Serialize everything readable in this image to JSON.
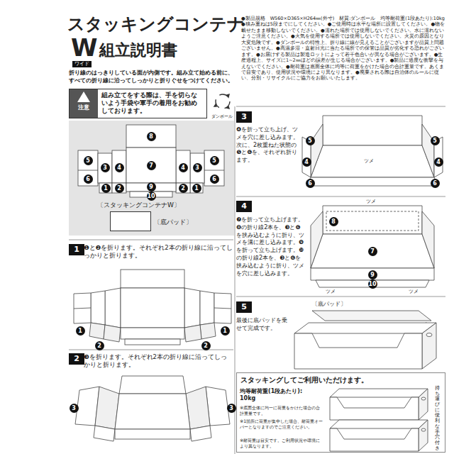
{
  "diagram": {
    "title": "スタッキングコンテナ",
    "nodes": [
      {
        "text": [
          "注意",
          "組み立てをする際は、手を切らないよう手袋や軍手の着用をお勧めしております。"
        ]
      },
      {
        "text": [
          "〔スタッキングコンテナW〕"
        ]
      },
      {
        "text": [
          "〔底パッド〕"
        ],
        "in": 1
      },
      {
        "text": [
          "1"
        ]
      },
      {
        "text": [
          "2"
        ]
      },
      {
        "text": [
          "3"
        ]
      },
      {
        "text": [
          "4"
        ]
      },
      {
        "text": [
          "5"
        ]
      },
      {
        "text": [
          "スタッキングしてご利用いただけます。"
        ]
      }
    ],
    "labels": [
      "W",
      "ワイド",
      "組立説明書",
      "●製品規格　W560×D365×H264㎜(外寸)　材質:ダンボール　均等耐荷重(1段あたり):10kg ●積み重ねは5段までにしてください。●ご使用時は水平な場所に設置してください。●物を載せたまま移動しないでください。●濡れた場所では使用しないでください。水に濡れないようご注意ください。●火気を使用する場所では使用しないでください。火災の原因となり大変危険です。●ダンボールの特性上、折り線に線が見えることがございますが品質上問題ございません。●高温多湿・直射日光に当たる場所での保管は品質が劣化する恐れがございます。●お届けする製品は製造ロットによって若干色合いが異なる場合がございます。●生産過程上、サイズに1~2㎜ほどの誤差が生じる場合がございます。●製品に過度な衝撃を与えないでください。●耐荷重は底面全体に均等に荷重をかけた場合の合計重量です。あくまで目安であり、使用状況や環境により異なります。●廃棄される際は自治体のルールに従い、分別・リサイクルにご協力をお願いいたします。",
      "折り線のはっきりしている面が内側です。組み立て始める前に、すべての折り線に沿ってしっかりと折りぐせをつけてください。",
      "ダンボール",
      "5",
      "6",
      "3",
      "4",
      "1",
      "2",
      "5",
      "6",
      "3",
      "4",
      "1",
      "2",
      "8",
      "7",
      "9",
      "10",
      "❶と❷を折ります。それぞれ2本の折り線に沿ってしっかりと折ります。",
      "1",
      "1",
      "2",
      "2",
      "❸を折ります。それぞれ2本の折り線に沿ってしっかりと折ります。",
      "3",
      "3",
      "❹を折って立ち上げ、ツメを穴に差し込みます。次に、2枚重ねた状態の❺と❻を、それぞれ折ります。",
      "5",
      "5",
      "4",
      "4",
      "6",
      "6",
      "ツメ",
      "❼を折って立ち上げます。❽の折り線2本を、❸と❻を挟み込むように折り、ツメを溝に差し込みます。❾を折って立ち上げます。❿の折り線2本を、❸と❻を挟み込むように折り、ツメを穴に差し込みます。",
      "ツメ",
      "8",
      "7",
      "9",
      "10",
      "ツメ",
      "ツメ",
      "最後に底パッドを乗せて完成です。",
      "〔底パッド〕",
      "均等耐荷重(1段あたり):",
      "10kg",
      "※底面全体に均一に荷重をかけた場合の合計重量です。",
      "※1箇所に荷重が集中した場合、耐荷重オーバーとなりますのでご注意ください。",
      "※耐荷重は目安です。ご利用状況や環境により異なります。",
      "持ち運びに便利な手穴付き"
    ]
  }
}
